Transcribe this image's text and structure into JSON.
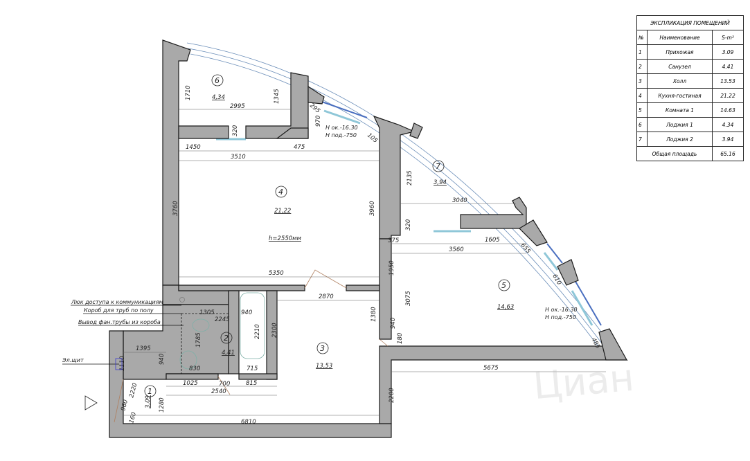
{
  "table": {
    "title": "ЭКСПЛИКАЦИЯ ПОМЕЩЕНИЙ",
    "headers": [
      "№",
      "Наименование",
      "S-m²"
    ],
    "rows": [
      {
        "n": "1",
        "name": "Прихожая",
        "area": "3.09"
      },
      {
        "n": "2",
        "name": "Санузел",
        "area": "4.41"
      },
      {
        "n": "3",
        "name": "Холл",
        "area": "13.53"
      },
      {
        "n": "4",
        "name": "Кухня-гостиная",
        "area": "21.22"
      },
      {
        "n": "5",
        "name": "Комната 1",
        "area": "14.63"
      },
      {
        "n": "6",
        "name": "Лоджия 1",
        "area": "4.34"
      },
      {
        "n": "7",
        "name": "Лоджия 2",
        "area": "3.94"
      }
    ],
    "total_label": "Общая площадь",
    "total_value": "65.16"
  },
  "rooms": [
    {
      "num": "1",
      "area": "3,09"
    },
    {
      "num": "2",
      "area": "4,41"
    },
    {
      "num": "3",
      "area": "13,53"
    },
    {
      "num": "4",
      "area": "21,22"
    },
    {
      "num": "5",
      "area": "14,63"
    },
    {
      "num": "6",
      "area": "4,34"
    },
    {
      "num": "7",
      "area": "3,94"
    }
  ],
  "ceiling_height": "h=2550мм",
  "window_notes": {
    "sill": "Н ок.-16.30",
    "floor": "Н под.-750"
  },
  "annotations": {
    "hatch": "Люк доступа к коммуникациям",
    "pipe_box": "Короб для труб по полу",
    "fan_pipe": "Вывод фан.трубы из короба",
    "panel": "Эл.щит"
  },
  "dims": [
    "1710",
    "2995",
    "1345",
    "320",
    "1450",
    "475",
    "3510",
    "3760",
    "3960",
    "5350",
    "295",
    "970",
    "105",
    "2135",
    "3040",
    "320",
    "375",
    "1605",
    "3560",
    "655",
    "610",
    "485",
    "5675",
    "2870",
    "1950",
    "3075",
    "1380",
    "940",
    "180",
    "2200",
    "2300",
    "1305",
    "940",
    "2245",
    "2210",
    "1785",
    "830",
    "715",
    "940",
    "1395",
    "1110",
    "1025",
    "700",
    "815",
    "2540",
    "2220",
    "1280",
    "960",
    "160",
    "6810"
  ],
  "watermark": "Циан",
  "colors": {
    "wall": "#a9a9a9",
    "window": "#6a8db8",
    "radiator": "#8fc7d8"
  }
}
